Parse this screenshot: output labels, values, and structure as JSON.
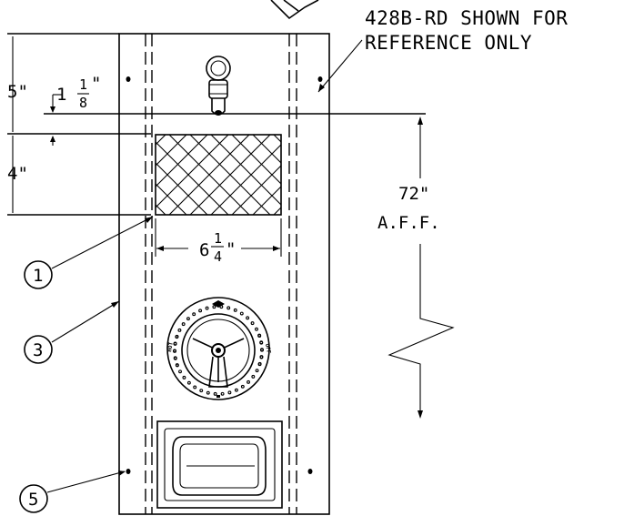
{
  "note": {
    "line1": "428B-RD SHOWN FOR",
    "line2": "REFERENCE ONLY"
  },
  "dimensions": {
    "top_offset": "5\"",
    "head_offset_whole": "1",
    "head_offset_num": "1",
    "head_offset_den": "8",
    "screen_height": "4\"",
    "screen_width_whole": "6",
    "screen_width_num": "1",
    "screen_width_den": "4",
    "mount_height": "72\"",
    "mount_height_ref": "A.F.F."
  },
  "callouts": [
    "1",
    "3",
    "5"
  ],
  "dial_labels": {
    "left": "HOT",
    "right": "OFF"
  }
}
